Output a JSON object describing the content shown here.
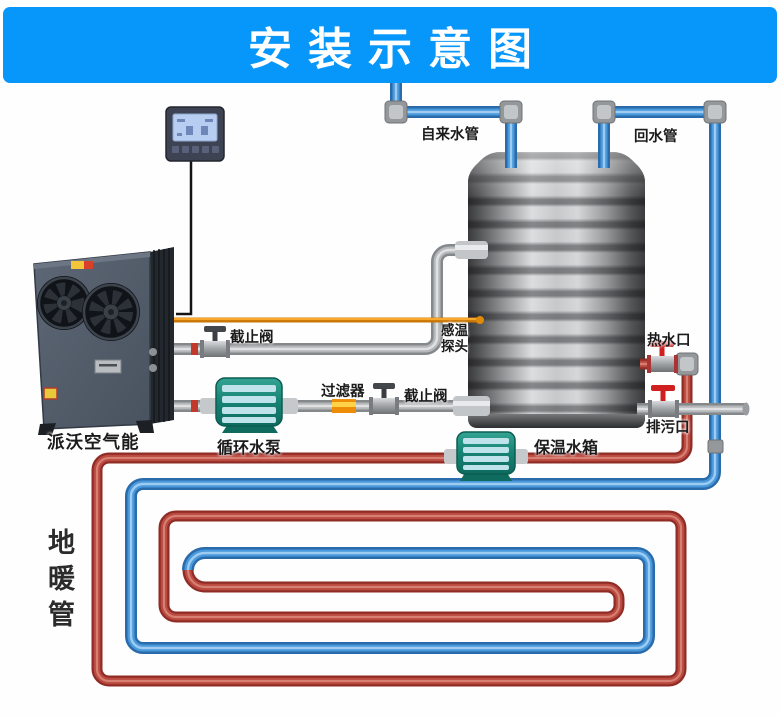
{
  "title": "安装示意图",
  "labels": {
    "tap_water": "自来水管",
    "return_water": "回水管",
    "stop_valve_1": "截止阀",
    "temp_probe_1": "感温",
    "temp_probe_2": "探头",
    "filter": "过滤器",
    "stop_valve_2": "截止阀",
    "unit_name": "派沃空气能",
    "circulation_pump": "循环水泵",
    "tank": "保温水箱",
    "hot_water": "热水口",
    "drain": "排污口",
    "floor_pipe": "地暖管"
  },
  "colors": {
    "banner_blue": "#0796fa",
    "pipe_blue": "#4a99dd",
    "pipe_red": "#bb4a40",
    "pipe_gray": "#b5b8ba",
    "probe_wire_orange": "#f7a82d",
    "pump_teal": "#1b8f80",
    "tank_silver": "#c7c8ca"
  }
}
